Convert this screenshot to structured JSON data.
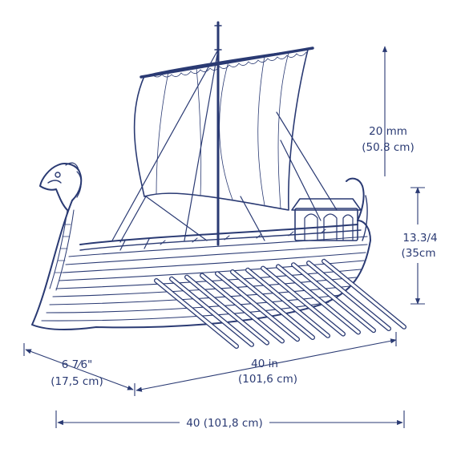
{
  "palette": {
    "ink": "#2a3a73",
    "background": "#ffffff"
  },
  "dimensions": {
    "mast_height": {
      "primary": "20 mm",
      "secondary": "(50.8 cm)"
    },
    "hull_height": {
      "primary": "13.3/4",
      "secondary": "(35cm"
    },
    "bow_overhang": {
      "primary": "6 7⁄6\"",
      "secondary": "(17,5 cm)"
    },
    "hull_length": {
      "primary": "40 in",
      "secondary": "(101,6 cm)"
    },
    "overall_length": {
      "primary": "40 (101,8 cm)"
    }
  },
  "oars": {
    "count": 12
  }
}
